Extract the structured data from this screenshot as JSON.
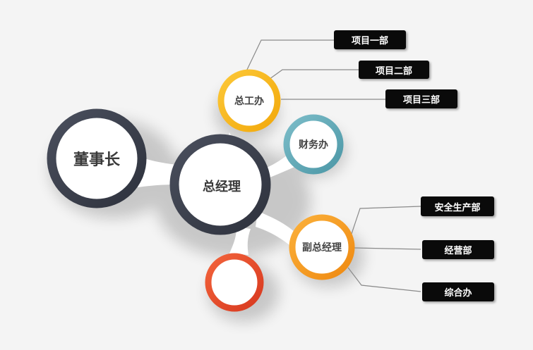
{
  "colors": {
    "dark": "#3b3f4c",
    "yellow": "#f7b818",
    "teal": "#5fa8b6",
    "orange": "#f59a21",
    "red": "#e8482a",
    "connector": "#8a8a8a",
    "tag_bg": "#0a0a0a"
  },
  "nodes": {
    "chairman": "董事长",
    "general_manager": "总经理",
    "chief_engineer_office": "总工办",
    "finance_office": "财务办",
    "deputy_general_manager": "副总经理"
  },
  "chief_engineer_departments": [
    "项目一部",
    "项目二部",
    "项目三部"
  ],
  "deputy_departments": [
    "安全生产部",
    "经营部",
    "综合办"
  ]
}
